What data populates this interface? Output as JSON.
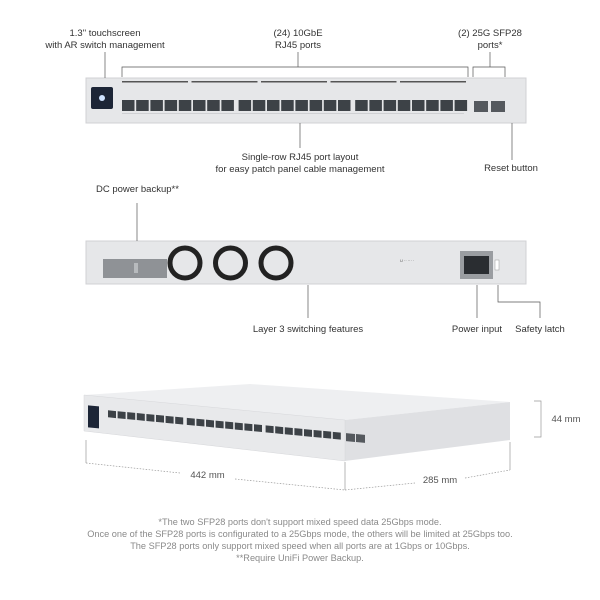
{
  "front": {
    "touchscreen_label": [
      "1.3\" touchscreen",
      "with AR switch management"
    ],
    "rj45_label": [
      "(24) 10GbE",
      "RJ45 ports"
    ],
    "sfp_label": [
      "(2) 25G SFP28",
      "ports*"
    ],
    "layout_label": [
      "Single-row RJ45 port layout",
      "for easy patch panel cable management"
    ],
    "reset_label": "Reset button",
    "rj45_count": 24,
    "sfp_count": 2
  },
  "back": {
    "dc_label": "DC power backup**",
    "l3_label": "Layer 3 switching features",
    "power_label": "Power input",
    "latch_label": "Safety latch",
    "fan_count": 3
  },
  "dimensions": {
    "width": "442 mm",
    "depth": "285 mm",
    "height": "44 mm"
  },
  "footnotes": [
    "*The two SFP28 ports don't support mixed speed data 25Gbps mode.",
    "Once one of the SFP28 ports is configurated to a 25Gbps mode, the others will be limited at 25Gbps too.",
    "The SFP28 ports only support mixed speed when all ports are at 1Gbps or 10Gbps.",
    "**Require UniFi Power Backup."
  ],
  "colors": {
    "chassis": "#e4e5e7",
    "port": "#3d4247",
    "text": "#333333",
    "footnote": "#8a8a8a"
  }
}
